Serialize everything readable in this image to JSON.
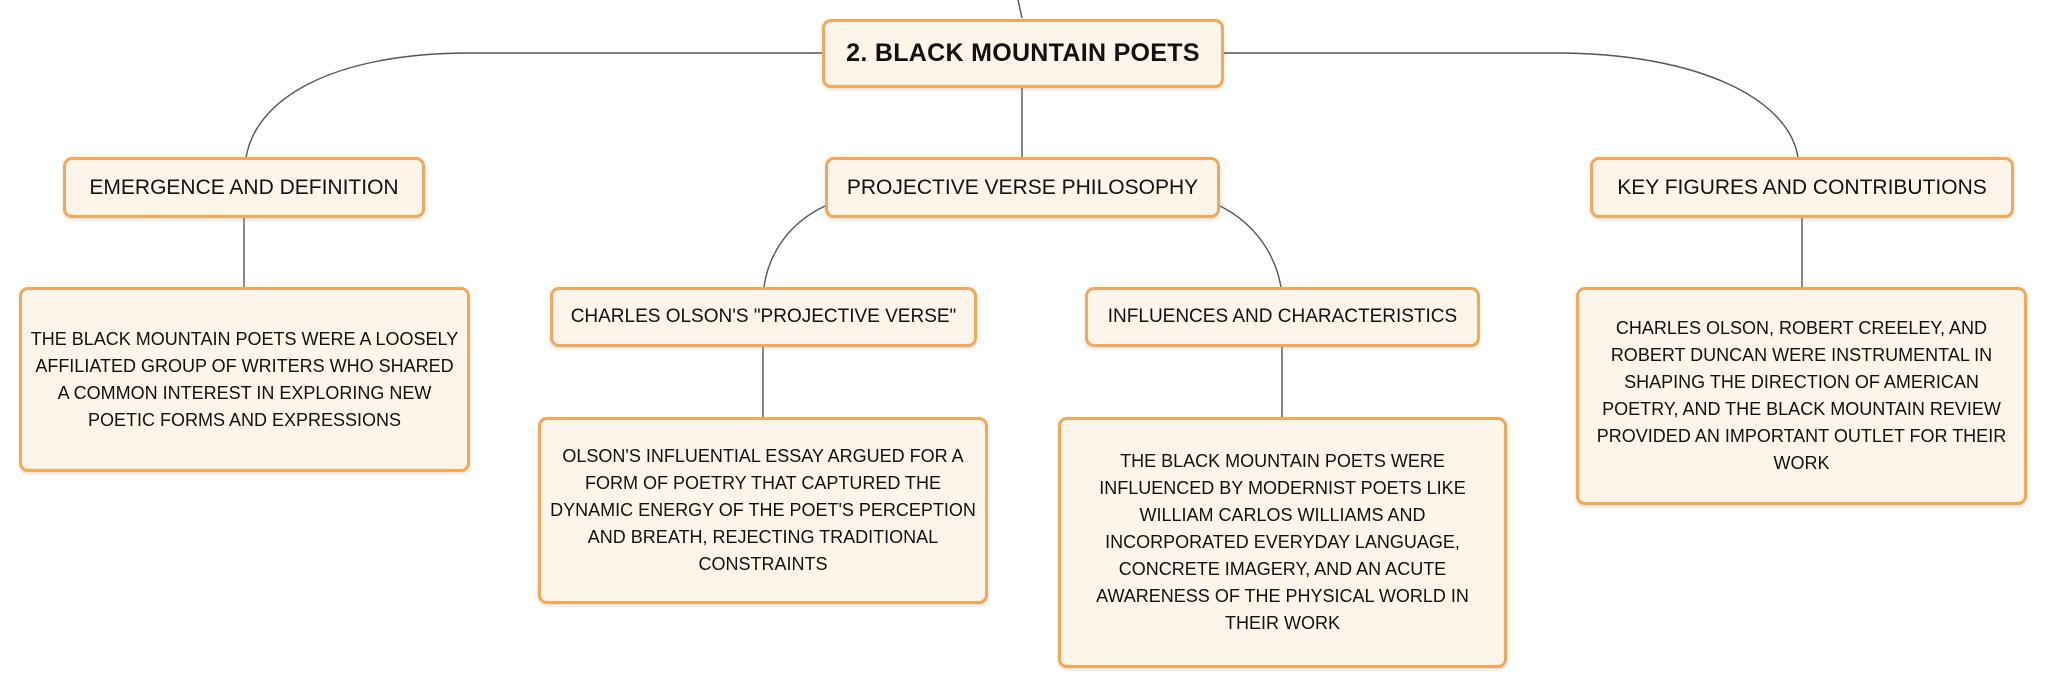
{
  "diagram": {
    "root": {
      "label": "2. BLACK MOUNTAIN POETS"
    },
    "branches": [
      {
        "label": "EMERGENCE AND DEFINITION",
        "detail": "THE BLACK MOUNTAIN POETS WERE A LOOSELY AFFILIATED GROUP OF WRITERS WHO SHARED A COMMON INTEREST IN EXPLORING NEW POETIC FORMS AND EXPRESSIONS"
      },
      {
        "label": "PROJECTIVE VERSE PHILOSOPHY",
        "children": [
          {
            "label": "CHARLES OLSON'S \"PROJECTIVE VERSE\"",
            "detail": "OLSON'S INFLUENTIAL ESSAY ARGUED FOR A FORM OF POETRY THAT CAPTURED THE DYNAMIC ENERGY OF THE POET'S PERCEPTION AND BREATH, REJECTING TRADITIONAL CONSTRAINTS"
          },
          {
            "label": "INFLUENCES AND CHARACTERISTICS",
            "detail": "THE BLACK MOUNTAIN POETS WERE INFLUENCED BY MODERNIST POETS LIKE WILLIAM CARLOS WILLIAMS AND INCORPORATED EVERYDAY LANGUAGE, CONCRETE IMAGERY, AND AN ACUTE AWARENESS OF THE PHYSICAL WORLD IN THEIR WORK"
          }
        ]
      },
      {
        "label": "KEY FIGURES AND CONTRIBUTIONS",
        "detail": "CHARLES OLSON, ROBERT CREELEY, AND ROBERT DUNCAN WERE INSTRUMENTAL IN SHAPING THE DIRECTION OF AMERICAN POETRY, AND THE BLACK MOUNTAIN REVIEW PROVIDED AN IMPORTANT OUTLET FOR THEIR WORK"
      }
    ]
  },
  "colors": {
    "node_fill": "#fdf4ea",
    "node_border": "#f2a858",
    "connector": "#555555",
    "text": "#111111"
  }
}
